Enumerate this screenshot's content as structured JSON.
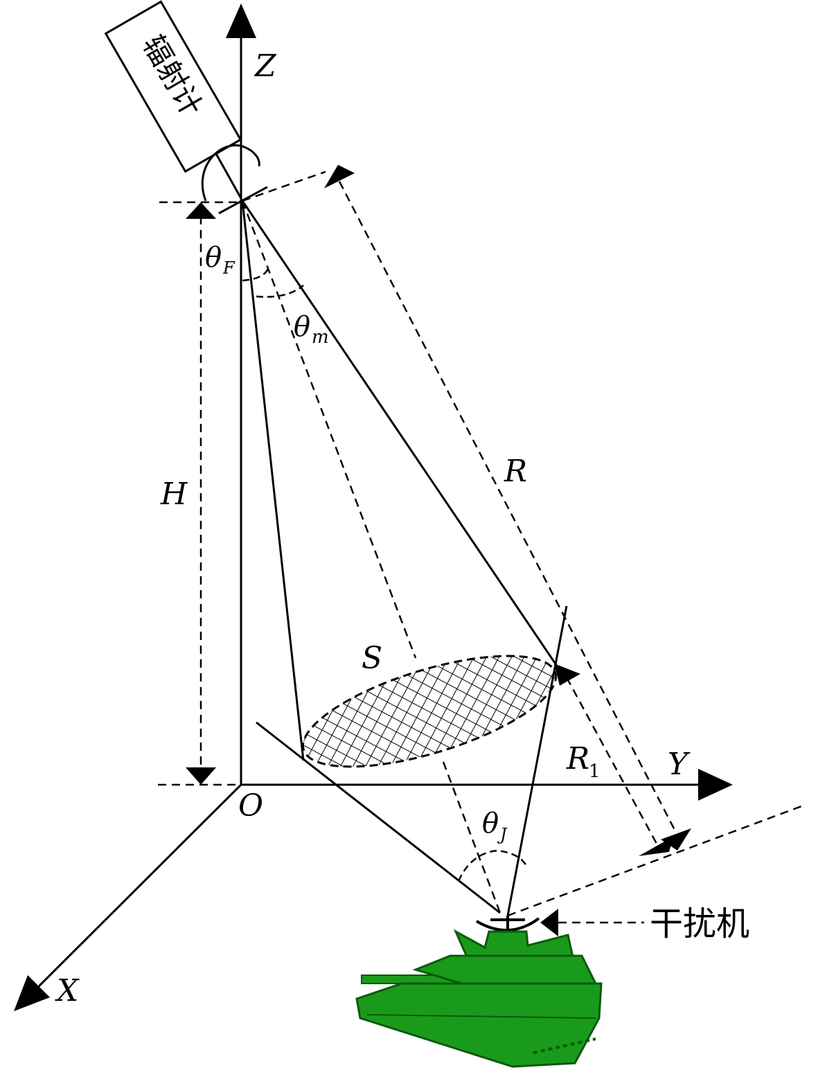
{
  "diagram": {
    "radiometer_label": "辐射计",
    "jammer_label": "干扰机",
    "axes": {
      "x": "X",
      "y": "Y",
      "z": "Z",
      "origin": "O"
    },
    "quantities": {
      "height": "H",
      "range": "R",
      "range1_base": "R",
      "range1_sub": "1",
      "area": "S",
      "theta_f_base": "θ",
      "theta_f_sub": "F",
      "theta_m_base": "θ",
      "theta_m_sub": "m",
      "theta_j_base": "θ",
      "theta_j_sub": "J"
    },
    "colors": {
      "ink": "#000000",
      "tank_green": "#1a9a1a",
      "tank_dark": "#0a5a0a",
      "background": "#ffffff"
    },
    "icons": [
      "radiometer-box",
      "tank-icon"
    ]
  }
}
